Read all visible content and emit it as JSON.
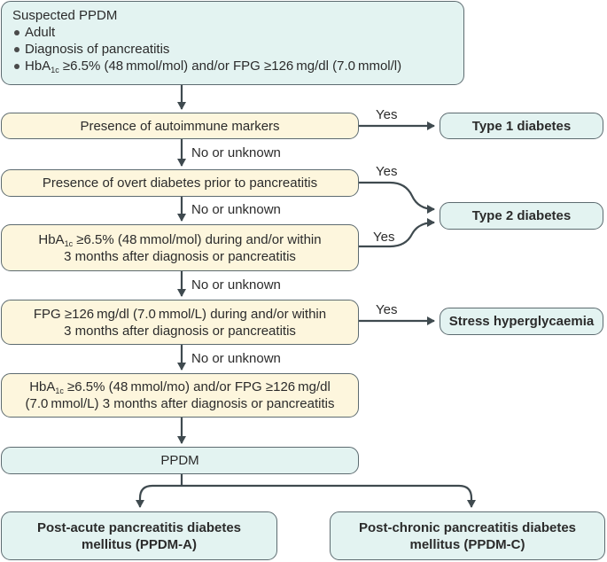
{
  "start": {
    "title": "Suspected PPDM",
    "items": [
      "Adult",
      "Diagnosis of pancreatitis"
    ],
    "criteria": {
      "pre": "HbA",
      "sub": "1c",
      "post": " ≥6.5% (48 mmol/mol) and/or FPG ≥126 mg/dl (7.0 mmol/l)"
    }
  },
  "steps": {
    "autoimmune": "Presence of autoimmune markers",
    "overt": "Presence of overt diabetes prior to pancreatitis",
    "hba1c_during": {
      "pre": "HbA",
      "sub": "1c",
      "line1": " ≥6.5% (48 mmol/mol) during and/or within",
      "line2": "3 months after diagnosis or pancreatitis"
    },
    "fpg_during": {
      "line1": "FPG ≥126 mg/dl (7.0 mmol/L) during and/or within",
      "line2": "3 months after diagnosis or pancreatitis"
    },
    "persistent": {
      "pre": "HbA",
      "sub": "1c",
      "line1": " ≥6.5% (48 mmol/mo) and/or FPG ≥126 mg/dl",
      "line2": "(7.0 mmol/L) 3 months after diagnosis or pancreatitis"
    },
    "ppdm": "PPDM"
  },
  "outcomes": {
    "type1": "Type 1 diabetes",
    "type2": "Type 2 diabetes",
    "stress": "Stress hyperglycaemia",
    "ppdm_a": "Post-acute pancreatitis diabetes mellitus (PPDM-A)",
    "ppdm_c": "Post-chronic pancreatitis diabetes mellitus (PPDM-C)"
  },
  "edge_labels": {
    "yes": "Yes",
    "no": "No or unknown"
  },
  "colors": {
    "teal_fill": "#e3f3f1",
    "yellow_fill": "#fdf6dd",
    "border": "#5d6b70",
    "arrow": "#3f4a4f"
  }
}
